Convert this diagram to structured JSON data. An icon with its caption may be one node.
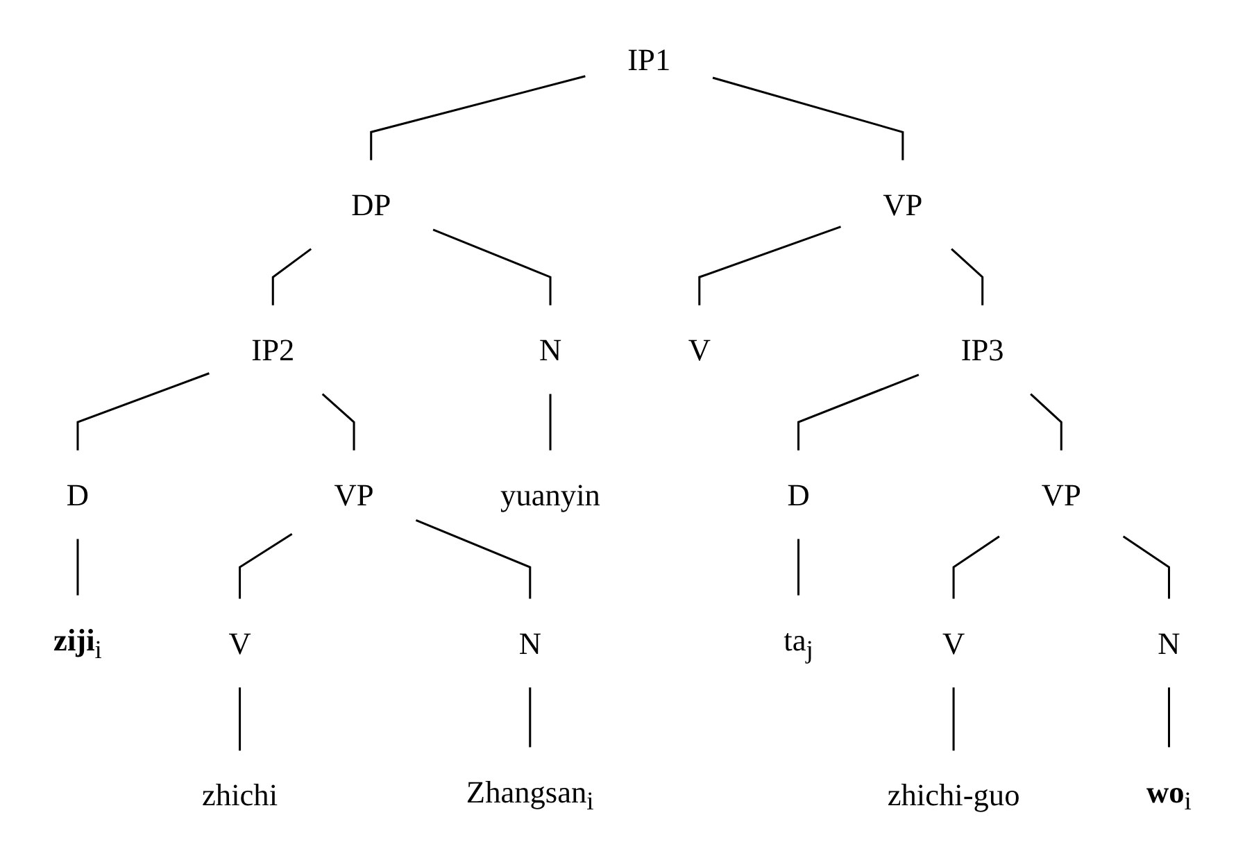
{
  "diagram": {
    "nodes": [
      {
        "text": [
          "IP1"
        ]
      },
      {
        "text": [
          "DP"
        ]
      },
      {
        "text": [
          "VP"
        ]
      },
      {
        "text": [
          "IP2"
        ]
      },
      {
        "text": [
          "N"
        ]
      },
      {
        "text": [
          "V"
        ]
      },
      {
        "text": [
          "IP3"
        ]
      },
      {
        "text": [
          "D"
        ]
      },
      {
        "text": [
          "VP"
        ]
      },
      {
        "text": [
          "yuanyin"
        ]
      },
      {
        "text": [
          "D"
        ]
      },
      {
        "text": [
          "VP"
        ]
      },
      {
        "text": [
          "V"
        ]
      },
      {
        "text": [
          "N"
        ]
      },
      {
        "text": [
          "V"
        ]
      },
      {
        "text": [
          "N"
        ]
      },
      {
        "text": [
          "**ziji**$_{i}$"
        ]
      },
      {
        "text": [
          "ta$_{j}$"
        ]
      },
      {
        "text": [
          "zhichi"
        ]
      },
      {
        "text": [
          "Zhangsan$_{i}$"
        ]
      },
      {
        "text": [
          "zhichi-guo"
        ]
      },
      {
        "text": [
          "**wo**$_{i}$"
        ]
      }
    ],
    "edges": [
      {
        "from": 0,
        "to": 1,
        "arrow": "none"
      },
      {
        "from": 0,
        "to": 2,
        "arrow": "none"
      },
      {
        "from": 1,
        "to": 3,
        "arrow": "none"
      },
      {
        "from": 1,
        "to": 4,
        "arrow": "none"
      },
      {
        "from": 2,
        "to": 5,
        "arrow": "none"
      },
      {
        "from": 2,
        "to": 6,
        "arrow": "none"
      },
      {
        "from": 3,
        "to": 7,
        "arrow": "none"
      },
      {
        "from": 3,
        "to": 8,
        "arrow": "none"
      },
      {
        "from": 4,
        "to": 9,
        "arrow": "none"
      },
      {
        "from": 6,
        "to": 10,
        "arrow": "none"
      },
      {
        "from": 6,
        "to": 11,
        "arrow": "none"
      },
      {
        "from": 8,
        "to": 12,
        "arrow": "none"
      },
      {
        "from": 8,
        "to": 13,
        "arrow": "none"
      },
      {
        "from": 11,
        "to": 14,
        "arrow": "none"
      },
      {
        "from": 11,
        "to": 15,
        "arrow": "none"
      },
      {
        "from": 7,
        "to": 16,
        "arrow": "none"
      },
      {
        "from": 10,
        "to": 17,
        "arrow": "none"
      },
      {
        "from": 12,
        "to": 18,
        "arrow": "none"
      },
      {
        "from": 13,
        "to": 19,
        "arrow": "none"
      },
      {
        "from": 14,
        "to": 20,
        "arrow": "none"
      },
      {
        "from": 15,
        "to": 21,
        "arrow": "none"
      }
    ]
  }
}
